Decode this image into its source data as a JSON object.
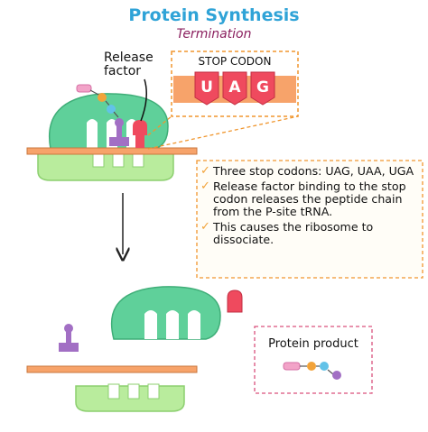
{
  "header": {
    "title": "Protein Synthesis",
    "subtitle": "Termination"
  },
  "diagram": {
    "release_factor_label": "Release factor",
    "zoom_box_title": "STOP CODON",
    "stop_codon_letters": [
      "U",
      "A",
      "G"
    ]
  },
  "info_box": {
    "points": [
      "Three stop codons: UAG, UAA, UGA",
      "Release factor binding to the stop codon releases the peptide chain from the P-site tRNA.",
      "This causes the ribosome to dissociate."
    ]
  },
  "product_box": {
    "label": "Protein product"
  },
  "colors": {
    "title": "#2fa3d7",
    "subtitle": "#8a1f5e",
    "large_subunit": "#5fd09a",
    "small_subunit": "#b9ec9d",
    "mrna": "#f7a36a",
    "release_factor": "#ef4a5e",
    "trna": "#a26fc4",
    "dashed_orange": "#f0962e",
    "dashed_pink": "#d9507c"
  }
}
